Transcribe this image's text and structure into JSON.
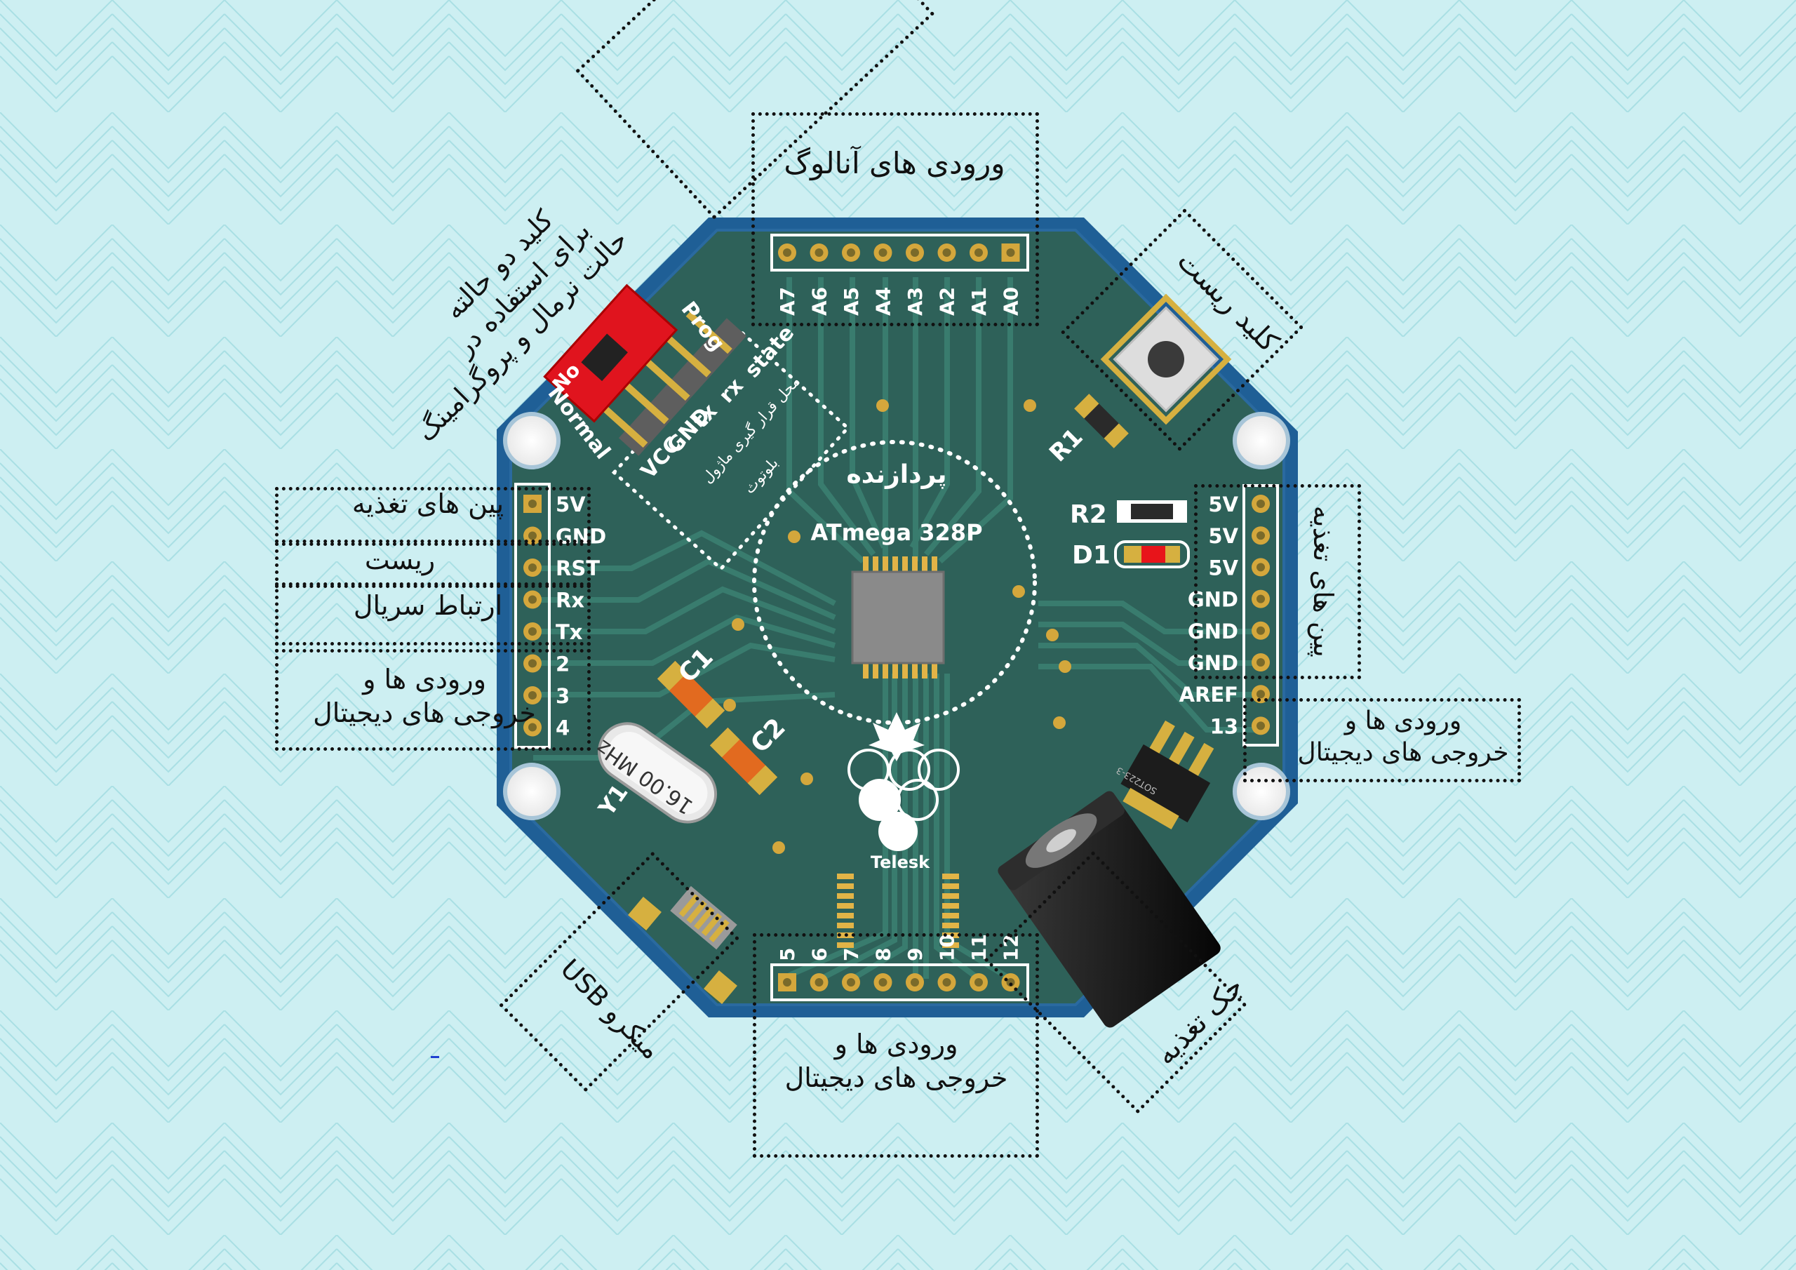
{
  "colors": {
    "background": "#cdeff2",
    "board_edge": "#1f5f96",
    "board_fill": "#2e6159",
    "gold": "#d4a73c",
    "switch_red": "#e0141e",
    "led_red": "#e8141a"
  },
  "annotations": {
    "analog_inputs": "ورودی های آنالوگ",
    "reset_key": "کلید ریست",
    "switch_line1": "کلید دو حالته",
    "switch_line2": "برای استفاده در",
    "switch_line3": "حالت نرمال و پروگرامینگ",
    "power_pins_left": "پین های تغذیه",
    "reset": "ریست",
    "serial": "ارتباط سریال",
    "digital_left_line1": "ورودی ها و",
    "digital_left_line2": "خروجی های دیجیتال",
    "power_pins_right": "پین های تغذیه",
    "digital_right_line1": "ورودی ها و",
    "digital_right_line2": "خروجی های دیجیتال",
    "digital_bottom_line1": "ورودی ها و",
    "digital_bottom_line2": "خروجی های دیجیتال",
    "micro_usb": "میکرو USB",
    "power_jack": "جک تغذیه"
  },
  "board": {
    "processor_label": "پردازنده",
    "chip_name": "ATmega 328P",
    "bluetooth_label_line1": "محل قرار گیری ماژول",
    "bluetooth_label_line2": "بلوتوث",
    "switch_prog": "Prog",
    "switch_normal": "Normal",
    "switch_no": "No",
    "bt_pins": [
      "state",
      "rx",
      "tx",
      "GND",
      "VCC"
    ],
    "top_pins": [
      "A7",
      "A6",
      "A5",
      "A4",
      "A3",
      "A2",
      "A1",
      "A0"
    ],
    "left_pins": [
      "5V",
      "GND",
      "RST",
      "Rx",
      "Tx",
      "2",
      "3",
      "4"
    ],
    "right_pins": [
      "5V",
      "5V",
      "5V",
      "GND",
      "GND",
      "GND",
      "AREF",
      "13"
    ],
    "bottom_pins": [
      "5",
      "6",
      "7",
      "8",
      "9",
      "10",
      "11",
      "12"
    ],
    "crystal": "16.00 MHz",
    "crystal_ref": "Y1",
    "c1": "C1",
    "c2": "C2",
    "r1": "R1",
    "r2": "R2",
    "d1": "D1",
    "regulator": "SOT223-3",
    "logo_text": "Telesk"
  },
  "icons": [
    "maple-leaf-icon",
    "mounting-hole-icon",
    "reset-button-icon"
  ]
}
